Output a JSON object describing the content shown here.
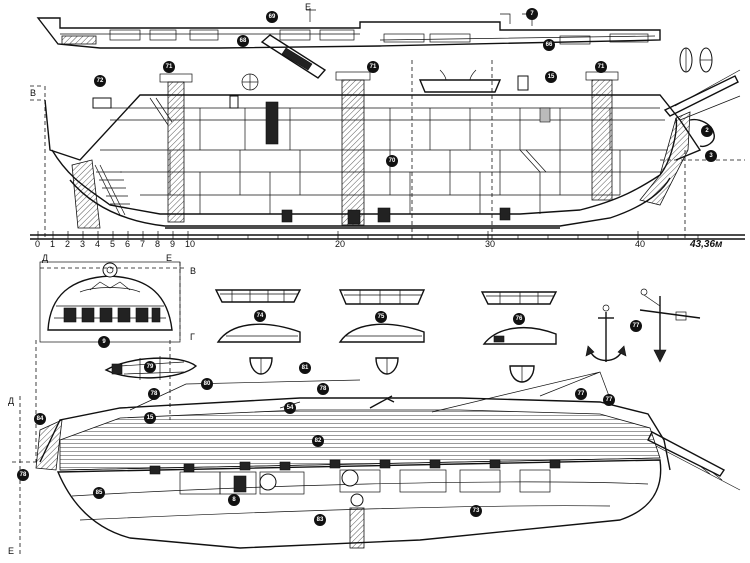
{
  "scale": {
    "ticks": [
      "0",
      "1",
      "2",
      "3",
      "4",
      "5",
      "6",
      "7",
      "8",
      "9",
      "10",
      "20",
      "30",
      "40"
    ],
    "total_length": "43,36м"
  },
  "section_letters": {
    "top_left": "В",
    "stern_a": "Д",
    "stern_b": "Е",
    "stern_c": "В",
    "stern_d": "Г",
    "bottom_d": "Д",
    "bottom_e": "Е"
  },
  "callouts": [
    {
      "key": "c69",
      "label": "69"
    },
    {
      "key": "c68",
      "label": "68"
    },
    {
      "key": "c7",
      "label": "7"
    },
    {
      "key": "c66",
      "label": "66"
    },
    {
      "key": "c72",
      "label": "72"
    },
    {
      "key": "c71a",
      "label": "71"
    },
    {
      "key": "c71b",
      "label": "71"
    },
    {
      "key": "c71c",
      "label": "71"
    },
    {
      "key": "c15",
      "label": "15"
    },
    {
      "key": "c2",
      "label": "2"
    },
    {
      "key": "c3",
      "label": "3"
    },
    {
      "key": "c70",
      "label": "70"
    },
    {
      "key": "c9",
      "label": "9"
    },
    {
      "key": "c74",
      "label": "74"
    },
    {
      "key": "c75",
      "label": "75"
    },
    {
      "key": "c76",
      "label": "76"
    },
    {
      "key": "c77",
      "label": "77"
    },
    {
      "key": "c79",
      "label": "79"
    },
    {
      "key": "c81",
      "label": "81"
    },
    {
      "key": "c78",
      "label": "78"
    },
    {
      "key": "c80",
      "label": "80"
    },
    {
      "key": "c84",
      "label": "84"
    },
    {
      "key": "c15b",
      "label": "15"
    },
    {
      "key": "c78b",
      "label": "78"
    },
    {
      "key": "c77b",
      "label": "77"
    },
    {
      "key": "c77c",
      "label": "77"
    },
    {
      "key": "c54",
      "label": "54"
    },
    {
      "key": "c82",
      "label": "82"
    },
    {
      "key": "c78c",
      "label": "78"
    },
    {
      "key": "c85",
      "label": "85"
    },
    {
      "key": "c8",
      "label": "8"
    },
    {
      "key": "c83",
      "label": "83"
    },
    {
      "key": "c73",
      "label": "73"
    }
  ]
}
